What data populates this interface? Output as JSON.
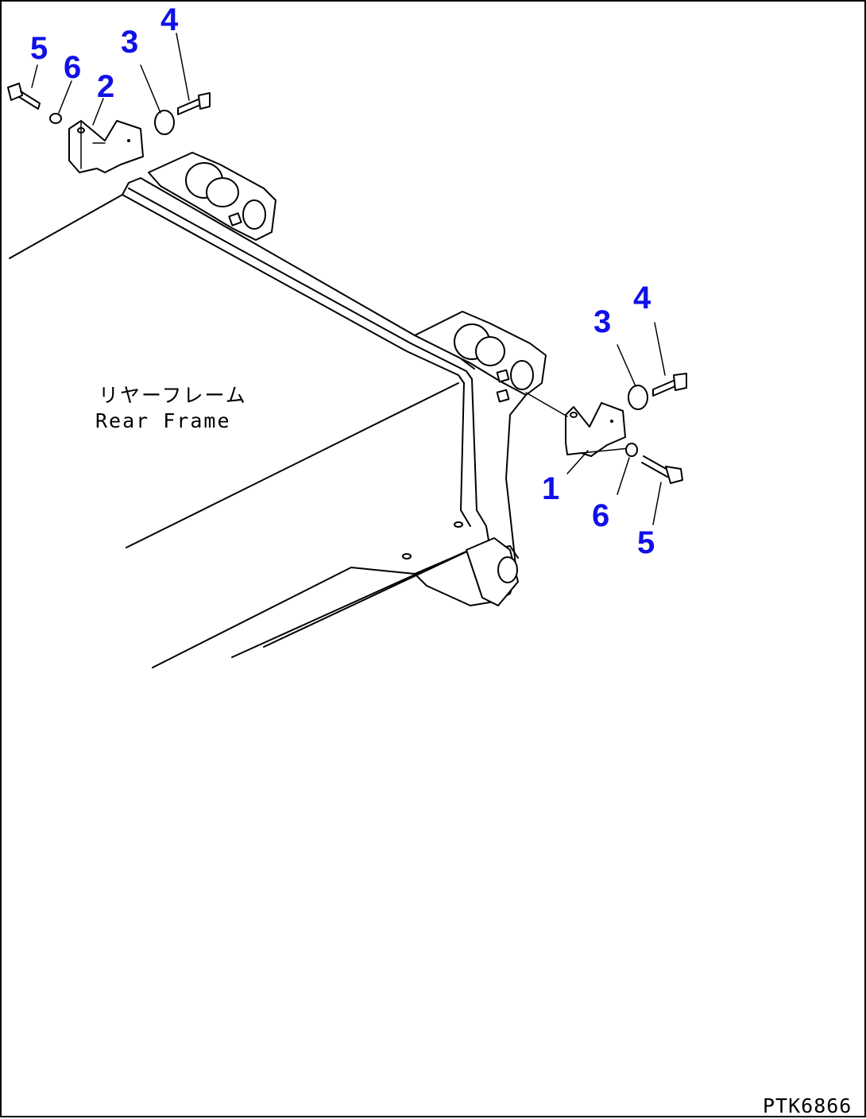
{
  "diagram": {
    "frame_label_jp": "リヤーフレーム",
    "frame_label_en": "Rear Frame",
    "drawing_code": "PTK6866",
    "callouts": {
      "left_5": "5",
      "left_6": "6",
      "left_2": "2",
      "left_3": "3",
      "left_4": "4",
      "right_4": "4",
      "right_3": "3",
      "right_1": "1",
      "right_6": "6",
      "right_5": "5"
    }
  }
}
